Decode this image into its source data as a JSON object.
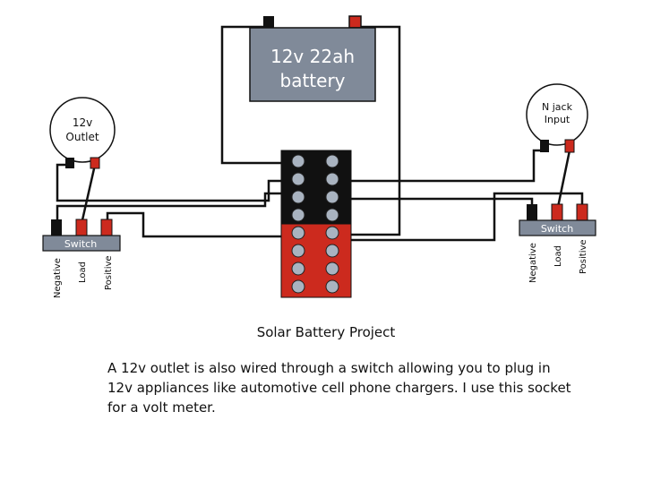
{
  "battery": {
    "line1": "12v 22ah",
    "line2": "battery",
    "color": "#808a99"
  },
  "outlet": {
    "line1": "12v",
    "line2": "Outlet"
  },
  "njack": {
    "line1": "N jack",
    "line2": "Input"
  },
  "left_switch": {
    "label": "Switch",
    "terminals": [
      "Negative",
      "Load",
      "Positive"
    ]
  },
  "right_switch": {
    "label": "Switch",
    "terminals": [
      "Negative",
      "Load",
      "Positive"
    ]
  },
  "bus_colors": {
    "negative": "#111111",
    "positive": "#cc2a1e"
  },
  "title": "Solar Battery Project",
  "caption": "A 12v outlet is also wired through a switch allowing you to plug in 12v appliances like automotive cell phone chargers.  I use this socket for a volt meter."
}
